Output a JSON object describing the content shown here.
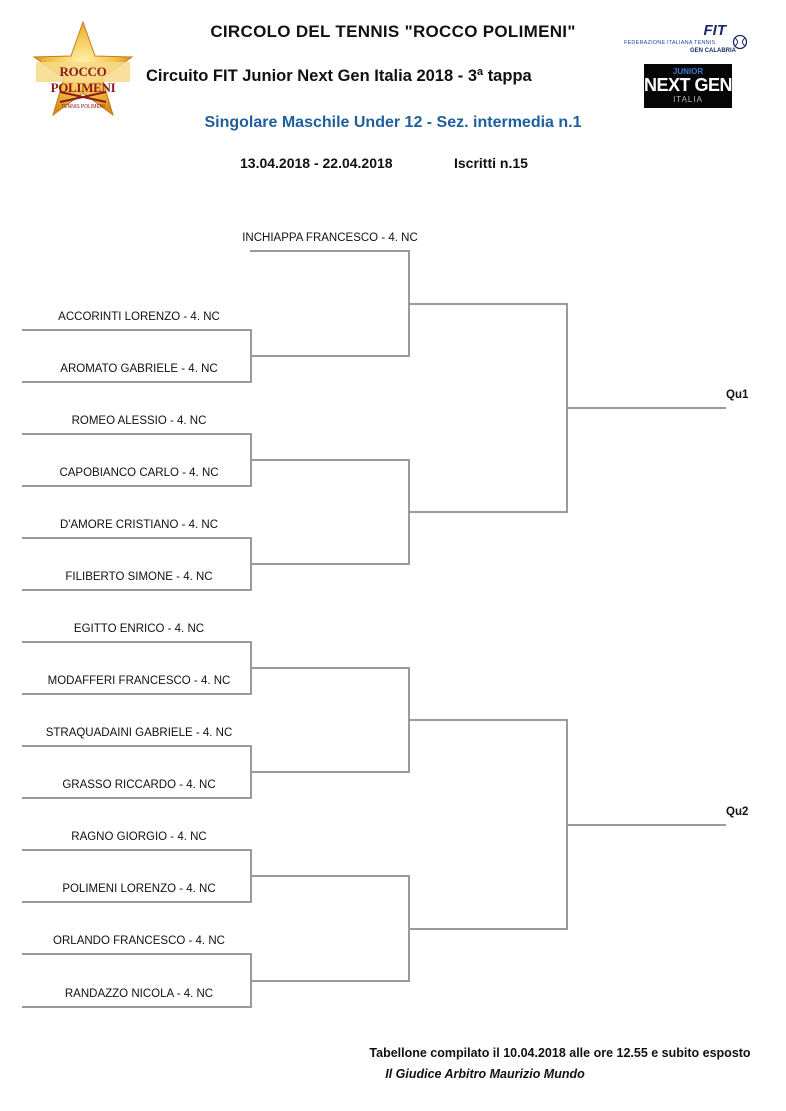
{
  "header": {
    "club": "CIRCOLO DEL TENNIS \"ROCCO POLIMENI\"",
    "circuit": "Circuito FIT Junior Next Gen Italia 2018 - 3ª tappa",
    "event": "Singolare Maschile Under 12 - Sez. intermedia n.1",
    "dates": "13.04.2018 - 22.04.2018",
    "entries": "Iscritti n.15"
  },
  "logos": {
    "club_logo_text": "ROCCO POLIMENI",
    "club_logo_sub": "TENNIS POLIMENI",
    "fit_logo": "FIT",
    "fit_federation": "FEDERAZIONE ITALIANA TENNIS",
    "fit_region": "GEN CALABRIA",
    "nextgen_top": "JUNIOR",
    "nextgen_main": "NEXT GEN",
    "nextgen_bottom": "ITALIA"
  },
  "draw": {
    "players": [
      "INCHIAPPA FRANCESCO - 4. NC",
      "ACCORINTI LORENZO - 4. NC",
      "AROMATO GABRIELE - 4. NC",
      "ROMEO ALESSIO - 4. NC",
      "CAPOBIANCO CARLO - 4. NC",
      "D'AMORE CRISTIANO - 4. NC",
      "FILIBERTO SIMONE - 4. NC",
      "EGITTO ENRICO - 4. NC",
      "MODAFFERI FRANCESCO - 4. NC",
      "STRAQUADAINI GABRIELE - 4. NC",
      "GRASSO RICCARDO - 4. NC",
      "RAGNO GIORGIO - 4. NC",
      "POLIMENI LORENZO - 4. NC",
      "ORLANDO FRANCESCO - 4. NC",
      "RANDAZZO NICOLA - 4. NC"
    ],
    "qualifiers": [
      "Qu1",
      "Qu2"
    ]
  },
  "footer": {
    "compiled": "Tabellone compilato il 10.04.2018 alle ore 12.55 e subito esposto",
    "referee": "Il Giudice Arbitro Maurizio Mundo"
  },
  "colors": {
    "title_blue": "#1f5f9e",
    "bracket_line": "#9a9a9a"
  }
}
